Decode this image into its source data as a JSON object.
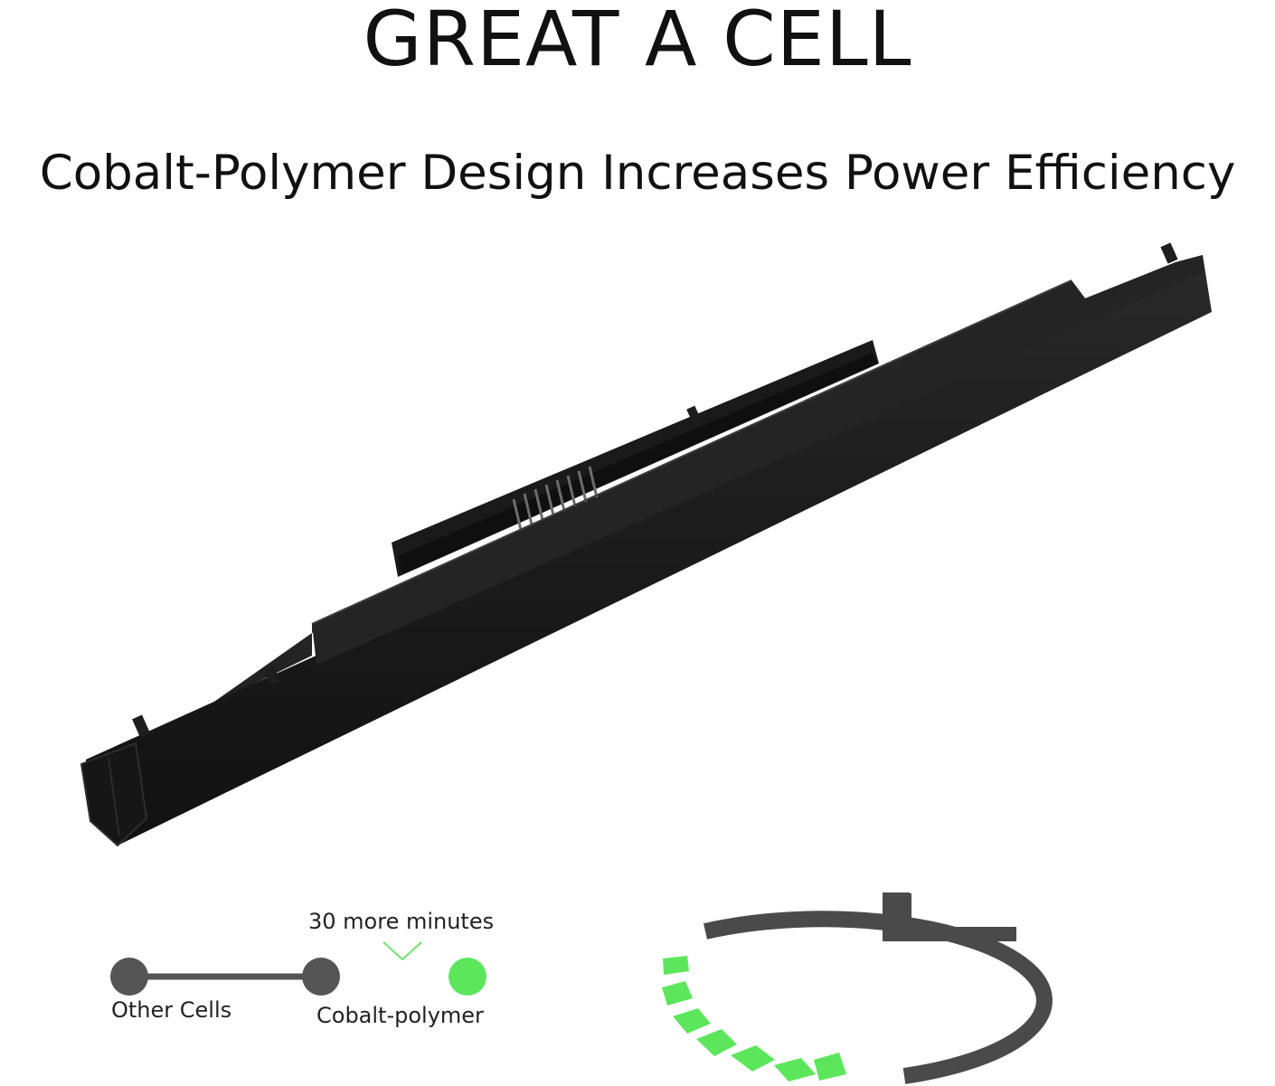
{
  "headline": "GREAT A CELL",
  "subheadline": "Cobalt-Polymer Design Increases Power Efficiency",
  "product": {
    "name_icon": "laptop-battery-illustration",
    "body_color": "#1b1b1b"
  },
  "timeline": {
    "extra_label": "30 more minutes",
    "start_label": "Other Cells",
    "end_label": "Cobalt-polymer",
    "base_color": "#555555",
    "accent_color": "#5ce65c"
  },
  "clock": {
    "icon": "clock-icon",
    "ring_color": "#4a4a4a",
    "progress_color": "#5ce65c"
  }
}
